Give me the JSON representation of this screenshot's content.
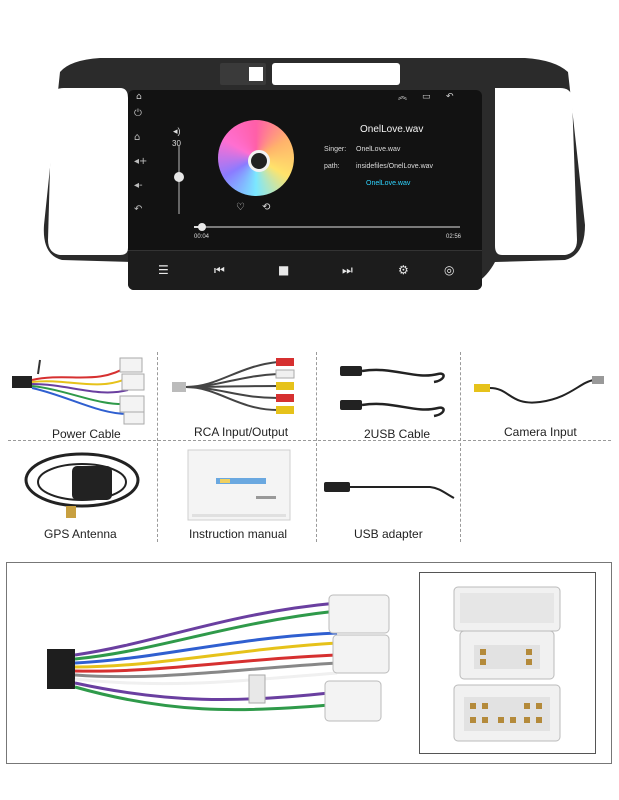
{
  "head_unit": {
    "status_icons": [
      "home-icon",
      "navigation-icon",
      "window-icon",
      "back-icon"
    ],
    "left_icons": [
      "power-icon",
      "home-icon",
      "volume-up-icon",
      "volume-down-icon",
      "back-icon"
    ],
    "volume": {
      "icon": "speaker-icon",
      "value": "30",
      "level": 0.55
    },
    "player": {
      "title": "OnelLove.wav",
      "singer_label": "Singer:",
      "singer_value": "OnelLove.wav",
      "path_label": "path:",
      "path_value": "insidefiles/OnelLove.wav",
      "now_playing": "OnelLove.wav",
      "elapsed": "00:04",
      "total": "02:56",
      "progress": 0.03
    },
    "controls": [
      "playlist-icon",
      "previous-icon",
      "stop-icon",
      "next-icon",
      "settings-icon",
      "equalizer-icon"
    ]
  },
  "accessories": [
    {
      "label": "Power Cable"
    },
    {
      "label": "RCA Input/Output"
    },
    {
      "label": "2USB Cable"
    },
    {
      "label": "Camera Input"
    },
    {
      "label": "GPS Antenna"
    },
    {
      "label": "Instruction manual"
    },
    {
      "label": "USB adapter"
    }
  ],
  "colors": {
    "frame": "#2b2b2b",
    "screen": "#121212",
    "accent_cyan": "#2fd4ff",
    "wire_white": "#f0f0f0",
    "wire_red": "#d63030",
    "wire_yellow": "#e6c21a",
    "wire_purple": "#6a3fa0",
    "wire_green": "#2f9a4a",
    "wire_blue": "#2f5fd0"
  }
}
